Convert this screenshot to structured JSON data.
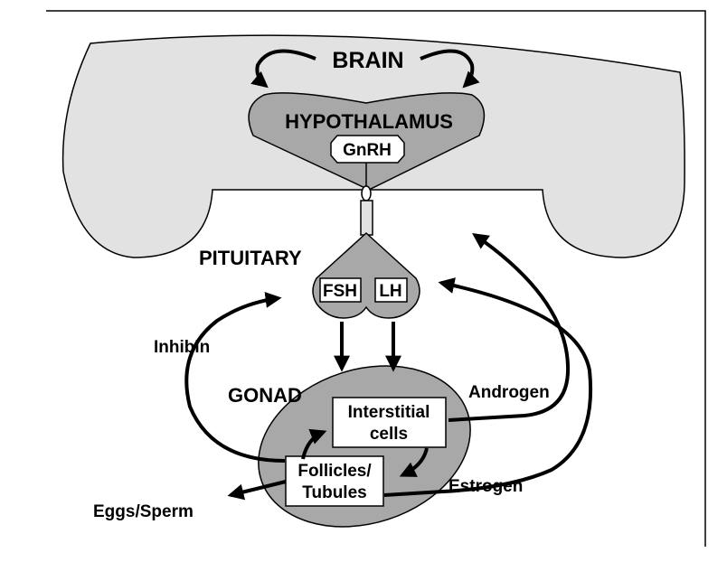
{
  "labels": {
    "brain": "BRAIN",
    "hypothalamus": "HYPOTHALAMUS",
    "gnrh": "GnRH",
    "pituitary": "PITUITARY",
    "fsh": "FSH",
    "lh": "LH",
    "inhibin": "Inhibin",
    "gonad": "GONAD",
    "interstitial_line1": "Interstitial",
    "interstitial_line2": "cells",
    "androgen": "Androgen",
    "follicles_line1": "Follicles/",
    "follicles_line2": "Tubules",
    "estrogen": "Estrogen",
    "eggs_sperm": "Eggs/Sperm"
  },
  "colors": {
    "brain_fill": "#e2e2e2",
    "hypothalamus_fill": "#a8a8a8",
    "pituitary_fill": "#a8a8a8",
    "gonad_fill": "#a8a8a8",
    "box_fill": "#ffffff",
    "stroke": "#000000"
  }
}
